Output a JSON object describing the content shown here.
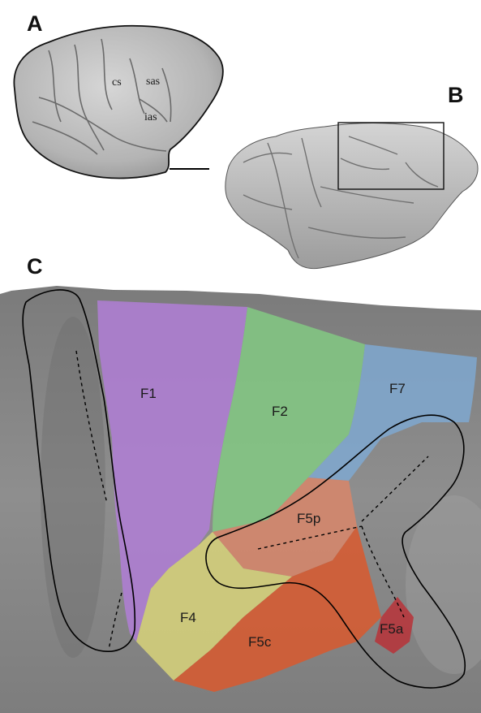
{
  "panels": {
    "a": {
      "letter": "A"
    },
    "b": {
      "letter": "B"
    },
    "c": {
      "letter": "C"
    }
  },
  "panel_a": {
    "sulcus_labels": {
      "cs": "cs",
      "sas": "sas",
      "ias": "ias"
    },
    "has_scale_bar": true
  },
  "panel_b": {
    "inset_box": "rectangle marking the region shown in panel C"
  },
  "panel_c": {
    "areas": [
      {
        "id": "F1",
        "label": "F1",
        "color": "#b07ed6"
      },
      {
        "id": "F2",
        "label": "F2",
        "color": "#82c982"
      },
      {
        "id": "F7",
        "label": "F7",
        "color": "#7fa8d0"
      },
      {
        "id": "F5p",
        "label": "F5p",
        "color": "#d8866a"
      },
      {
        "id": "F4",
        "label": "F4",
        "color": "#d8d47a"
      },
      {
        "id": "F5c",
        "label": "F5c",
        "color": "#d9592e"
      },
      {
        "id": "F5a",
        "label": "F5a",
        "color": "#b83238"
      }
    ],
    "surface_color": "#8a8a8a",
    "outline_color": "#000000"
  }
}
